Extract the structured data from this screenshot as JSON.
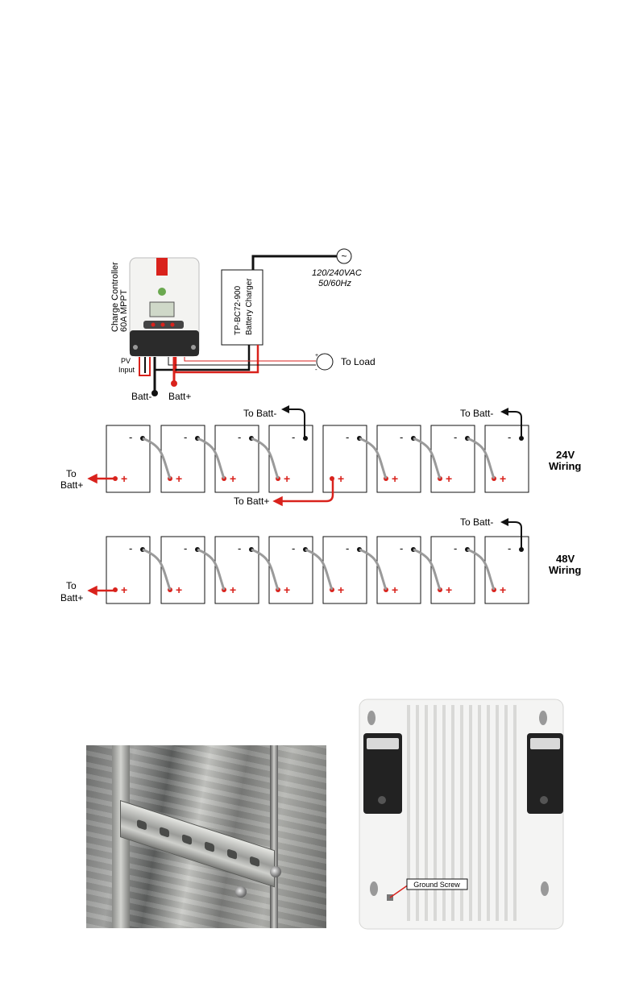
{
  "controller": {
    "label_line1": "60A MPPT",
    "label_line2": "Charge Controller",
    "pv_line1": "PV",
    "pv_line2": "Input",
    "batt_minus": "Batt-",
    "batt_plus": "Batt+"
  },
  "charger": {
    "label_line1": "TP-BC72-900",
    "label_line2": "Battery Charger"
  },
  "ac_source": {
    "line1": "120/240VAC",
    "line2": "50/60Hz",
    "symbol": "~"
  },
  "load": {
    "label": "To Load",
    "plus": "+",
    "minus": "-"
  },
  "wiring_24v": {
    "label_line1": "24V",
    "label_line2": "Wiring",
    "to_batt_minus": "To Batt-",
    "to_batt_plus": "To Batt+",
    "to_line1": "To",
    "to_line2": "Batt+"
  },
  "wiring_48v": {
    "label_line1": "48V",
    "label_line2": "Wiring",
    "to_batt_minus": "To Batt-",
    "to_line1": "To",
    "to_line2": "Batt+"
  },
  "battery": {
    "neg_symbol": "-",
    "pos_symbol": "+"
  },
  "photo": {
    "ground_screw_label": "Ground Screw"
  },
  "colors": {
    "positive": "#d9221c",
    "negative": "#111111",
    "jumper": "#9a9a9a"
  }
}
